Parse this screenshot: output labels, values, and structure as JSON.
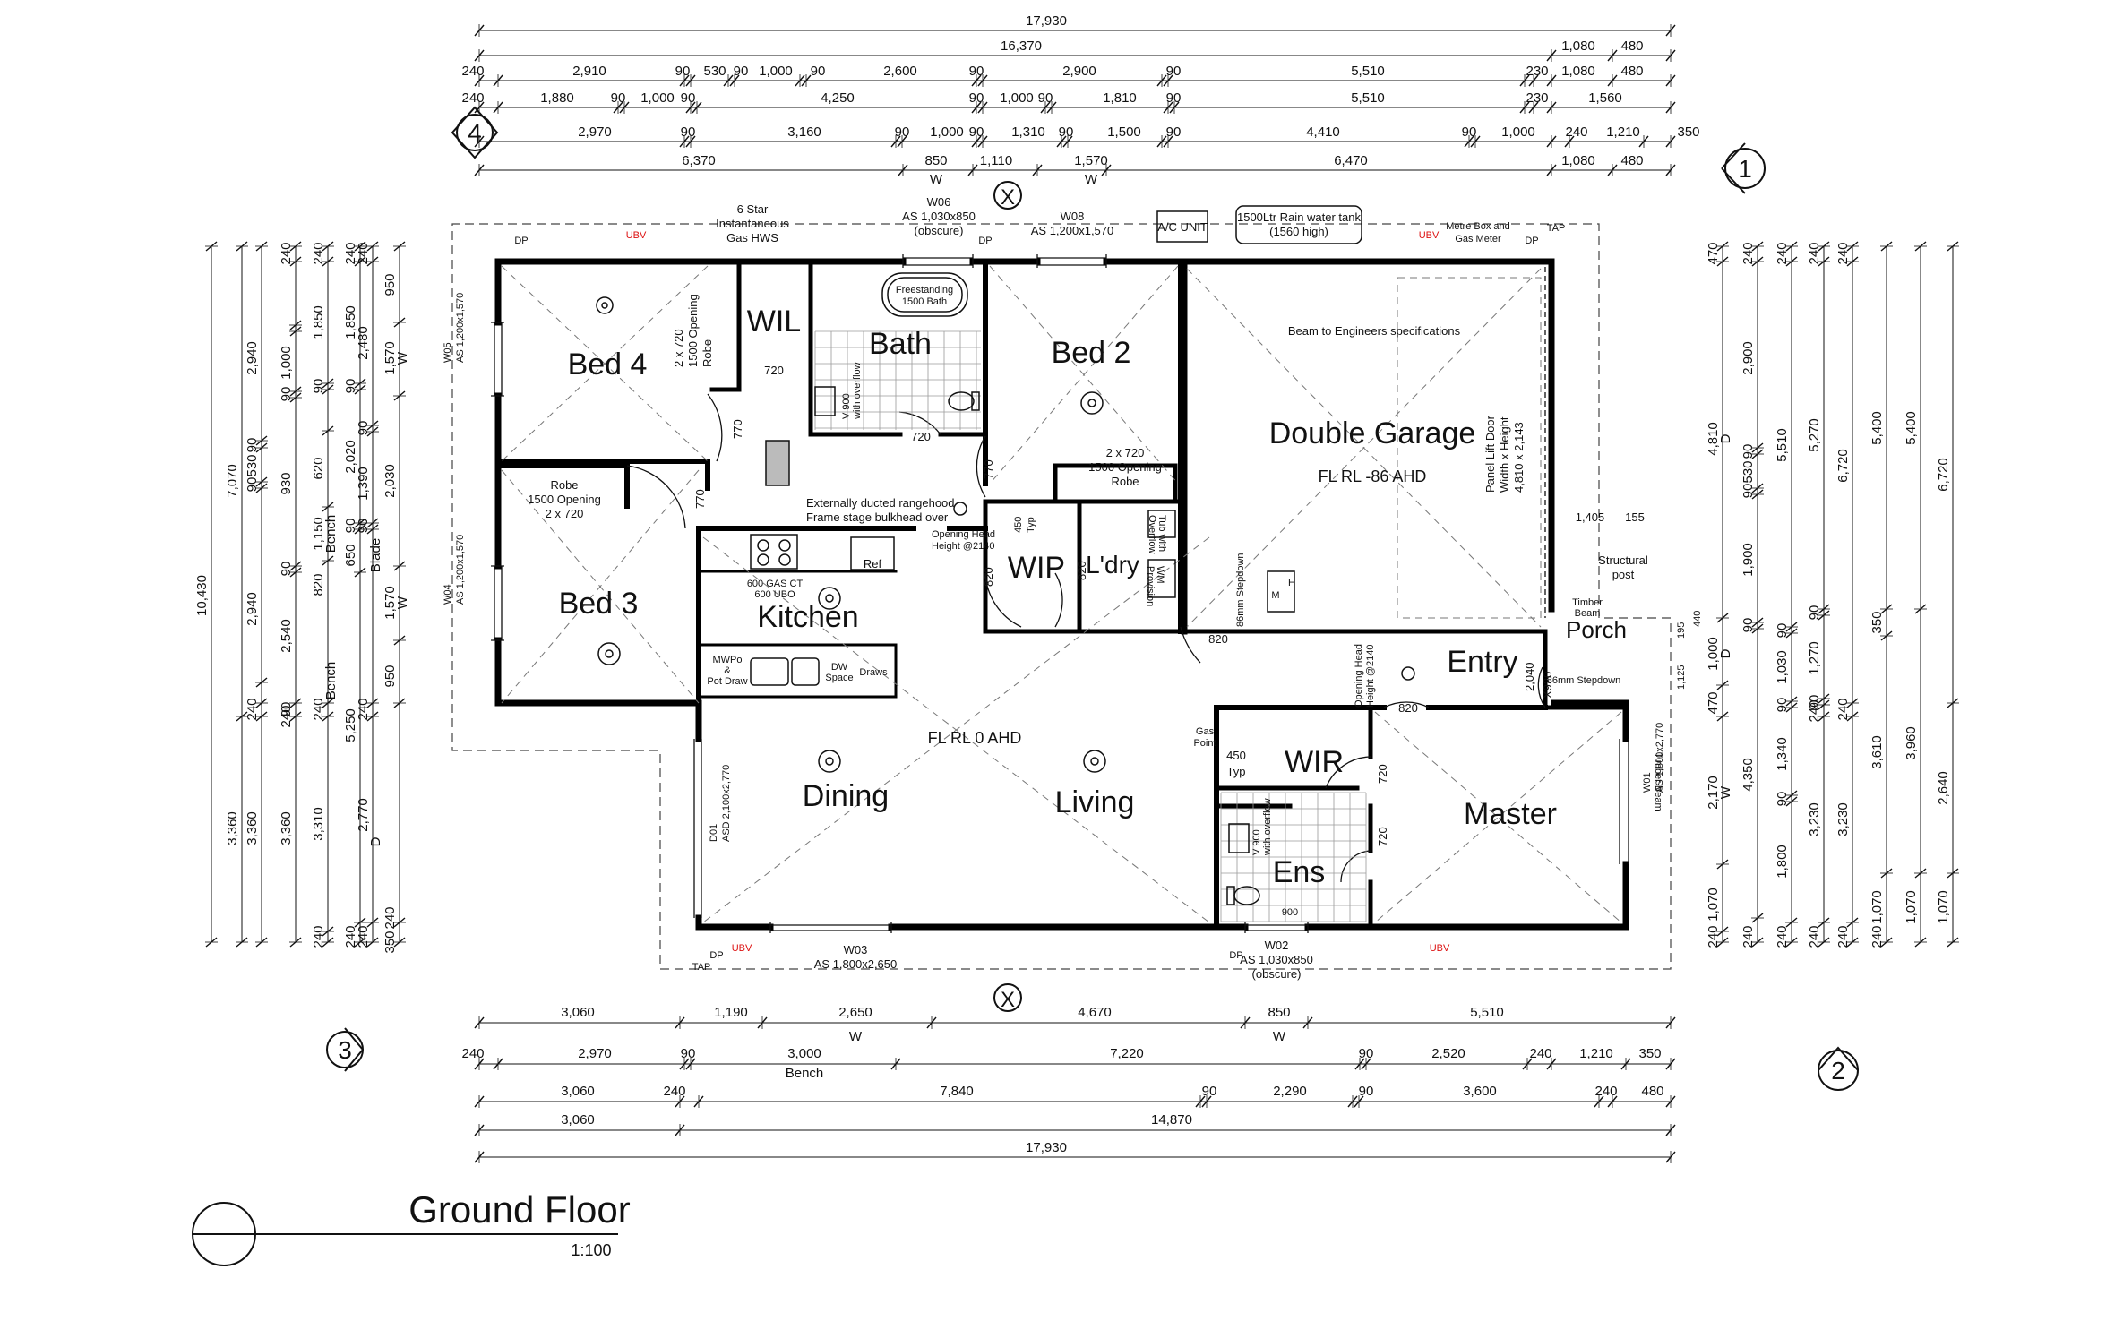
{
  "drawing_title": "Ground Floor",
  "drawing_scale": "1:100",
  "grid_markers": {
    "m1": "1",
    "m2": "2",
    "m3": "3",
    "m4": "4"
  },
  "section_marker": "X",
  "top_dims": {
    "r1": [
      "17,930"
    ],
    "r2": [
      "16,370",
      "1,080",
      "480"
    ],
    "r3": [
      "240",
      "2,910",
      "90",
      "530",
      "90",
      "1,000",
      "90",
      "2,600",
      "90",
      "2,900",
      "90",
      "5,510",
      "230",
      "1,080",
      "480"
    ],
    "r4": [
      "240",
      "1,880",
      "90",
      "1,000",
      "90",
      "4,250",
      "90",
      "1,000",
      "90",
      "1,810",
      "90",
      "5,510",
      "230",
      "1,560"
    ],
    "r5": [
      "2,970",
      "90",
      "3,160",
      "90",
      "1,000",
      "90",
      "1,310",
      "90",
      "1,500",
      "90",
      "4,410",
      "90",
      "1,000",
      "240",
      "1,210",
      "350"
    ],
    "r6": [
      "6,370",
      "850",
      "1,110",
      "1,570",
      "6,470",
      "1,080",
      "480"
    ],
    "r6w": [
      "W",
      "W"
    ]
  },
  "bottom_dims": {
    "r1": [
      "3,060",
      "1,190",
      "2,650",
      "4,670",
      "850",
      "5,510"
    ],
    "r1w": [
      "W",
      "W"
    ],
    "r2": [
      "240",
      "2,970",
      "90",
      "3,000",
      "7,220",
      "90",
      "2,520",
      "240",
      "1,210",
      "350"
    ],
    "r2b": "Bench",
    "r3": [
      "3,060",
      "240",
      "7,840",
      "90",
      "2,290",
      "90",
      "3,600",
      "240",
      "480"
    ],
    "r4": [
      "3,060",
      "14,870"
    ],
    "r5": [
      "17,930"
    ]
  },
  "left_dims": {
    "c1": [
      "10,430"
    ],
    "c2": [
      "7,070",
      "3,360"
    ],
    "c3": [
      "2,940",
      "90",
      "530",
      "90",
      "2,940",
      "240",
      "3,360"
    ],
    "c4": [
      "240",
      "1,000",
      "90",
      "930",
      "90",
      "2,540",
      "90",
      "240",
      "3,360"
    ],
    "c5": [
      "240",
      "1,850",
      "90",
      "620",
      "1,150",
      "820",
      "240",
      "3,310",
      "240"
    ],
    "c5b": [
      "Bench",
      "Bench"
    ],
    "c6": [
      "240",
      "1,850",
      "90",
      "2,020",
      "90",
      "650",
      "5,250",
      "240"
    ],
    "c7": [
      "240",
      "2,480",
      "90",
      "1,390",
      "90",
      "240",
      "2,770",
      "240"
    ],
    "c7b": [
      "Blade",
      "D"
    ],
    "c8": [
      "950",
      "1,570",
      "2,030",
      "1,570",
      "950",
      "240",
      "350"
    ],
    "c8w": [
      "W",
      "W"
    ]
  },
  "right_dims": {
    "c1": [
      "470",
      "4,810",
      "1,000",
      "470",
      "2,170",
      "1,070",
      "240"
    ],
    "c1w": [
      "D",
      "D",
      "W"
    ],
    "c2": [
      "240",
      "2,900",
      "90",
      "530",
      "90",
      "1,900",
      "90",
      "4,350",
      "240"
    ],
    "c3": [
      "240",
      "5,510",
      "90",
      "1,030",
      "90",
      "1,340",
      "90",
      "1,800",
      "240"
    ],
    "c4": [
      "240",
      "5,270",
      "90",
      "1,270",
      "90",
      "240",
      "3,230",
      "240"
    ],
    "c5": [
      "240",
      "6,720",
      "240",
      "3,230",
      "240"
    ],
    "c6": [
      "5,400",
      "350",
      "3,610",
      "1,070",
      "240"
    ],
    "c7": [
      "5,400",
      "3,960",
      "1,070"
    ],
    "c8": [
      "6,720",
      "2,640",
      "1,070"
    ]
  },
  "rooms": {
    "bed4": "Bed 4",
    "wil": "WIL",
    "bath": "Bath",
    "bed2": "Bed 2",
    "garage": "Double Garage",
    "garage_fl": "FL RL -86 AHD",
    "bed3": "Bed 3",
    "kitchen": "Kitchen",
    "wip": "WIP",
    "ldry": "L'dry",
    "entry": "Entry",
    "porch": "Porch",
    "dining": "Dining",
    "living": "Living",
    "wir": "WIR",
    "ens": "Ens",
    "master": "Master",
    "main_fl": "FL RL 0 AHD"
  },
  "notes": {
    "hws": [
      "6 Star",
      "Instantaneous",
      "Gas HWS"
    ],
    "w06": [
      "W06",
      "AS 1,030x850",
      "(obscure)"
    ],
    "w08": [
      "W08",
      "AS 1,200x1,570"
    ],
    "ac": "A/C UNIT",
    "tank": [
      "1500Ltr Rain water tank",
      "(1560 high)"
    ],
    "meter": [
      "Metre Box and",
      "Gas Meter"
    ],
    "tap": "TAP",
    "dp": "DP",
    "ubv": "UBV",
    "beam": "Beam to Engineers specifications",
    "liftdoor": [
      "Panel Lift Door",
      "Width x Height",
      "4,810 x 2,143"
    ],
    "robe4": [
      "2 x 720",
      "1500 Opening",
      "Robe"
    ],
    "robe2": [
      "2 x 720",
      "1500 Opening",
      "Robe"
    ],
    "robe3": [
      "Robe",
      "1500 Opening",
      "2 x 720"
    ],
    "bathtub": [
      "Freestanding",
      "1500 Bath"
    ],
    "rangehood": [
      "Externally ducted rangehood",
      "Frame stage bulkhead over"
    ],
    "openhead1": [
      "Opening Head",
      "Height @2140"
    ],
    "openhead2": [
      "Opening Head",
      "Height @2140"
    ],
    "cooktop": [
      "600 GAS CT",
      "600 UBO"
    ],
    "ref": "Ref",
    "mwpo": [
      "MWPo",
      "&",
      "Pot Draw"
    ],
    "dw": [
      "DW",
      "Space"
    ],
    "draws": "Draws",
    "tub": [
      "Tub with",
      "Overflow"
    ],
    "wm": [
      "WM",
      "Provision"
    ],
    "stepdown1": "86mm Stepdown",
    "stepdown2": "86mm Stepdown",
    "structpost": [
      "Structural",
      "post"
    ],
    "timberbeam1": [
      "Timber",
      "Beam"
    ],
    "timberbeam2": "Timber Beam",
    "gaspoint": [
      "Gas",
      "Point"
    ],
    "w05": [
      "W05",
      "AS 1,200x1,570"
    ],
    "w04": [
      "W04",
      "AS 1,200x1,570"
    ],
    "d01": [
      "D01",
      "ASD 2,100x2,770"
    ],
    "w03": [
      "W03",
      "AS 1,800x2,650"
    ],
    "w02": [
      "W02",
      "AS 1,030x850",
      "(obscure)"
    ],
    "w01": [
      "W01",
      "AS 1,800x2,770"
    ],
    "v900a": [
      "V 900",
      "with overflow"
    ],
    "v900b": [
      "V 900",
      "with overflow"
    ],
    "d900": "900",
    "d770a": "770",
    "d770b": "770",
    "d770c": "770",
    "d720a": "720",
    "d720b": "720",
    "d720c": "720",
    "d720d": "720",
    "d720e": "720",
    "d820a": "820",
    "d820b": "820",
    "d820c": "820",
    "d820d": "820",
    "d450a": [
      "450",
      "Typ"
    ],
    "d450b": [
      "450",
      "Typ"
    ],
    "d1405": "1,405",
    "d155": "155",
    "d2040": "2,040",
    "dx920": "X920",
    "d1125": "1,125",
    "d195": "195",
    "d440": "440",
    "mh": "M",
    "h": "H"
  },
  "colors": {
    "wall": "#000000",
    "line": "#111111",
    "accent": "#dd1111",
    "tile": "#9a9a9a"
  }
}
